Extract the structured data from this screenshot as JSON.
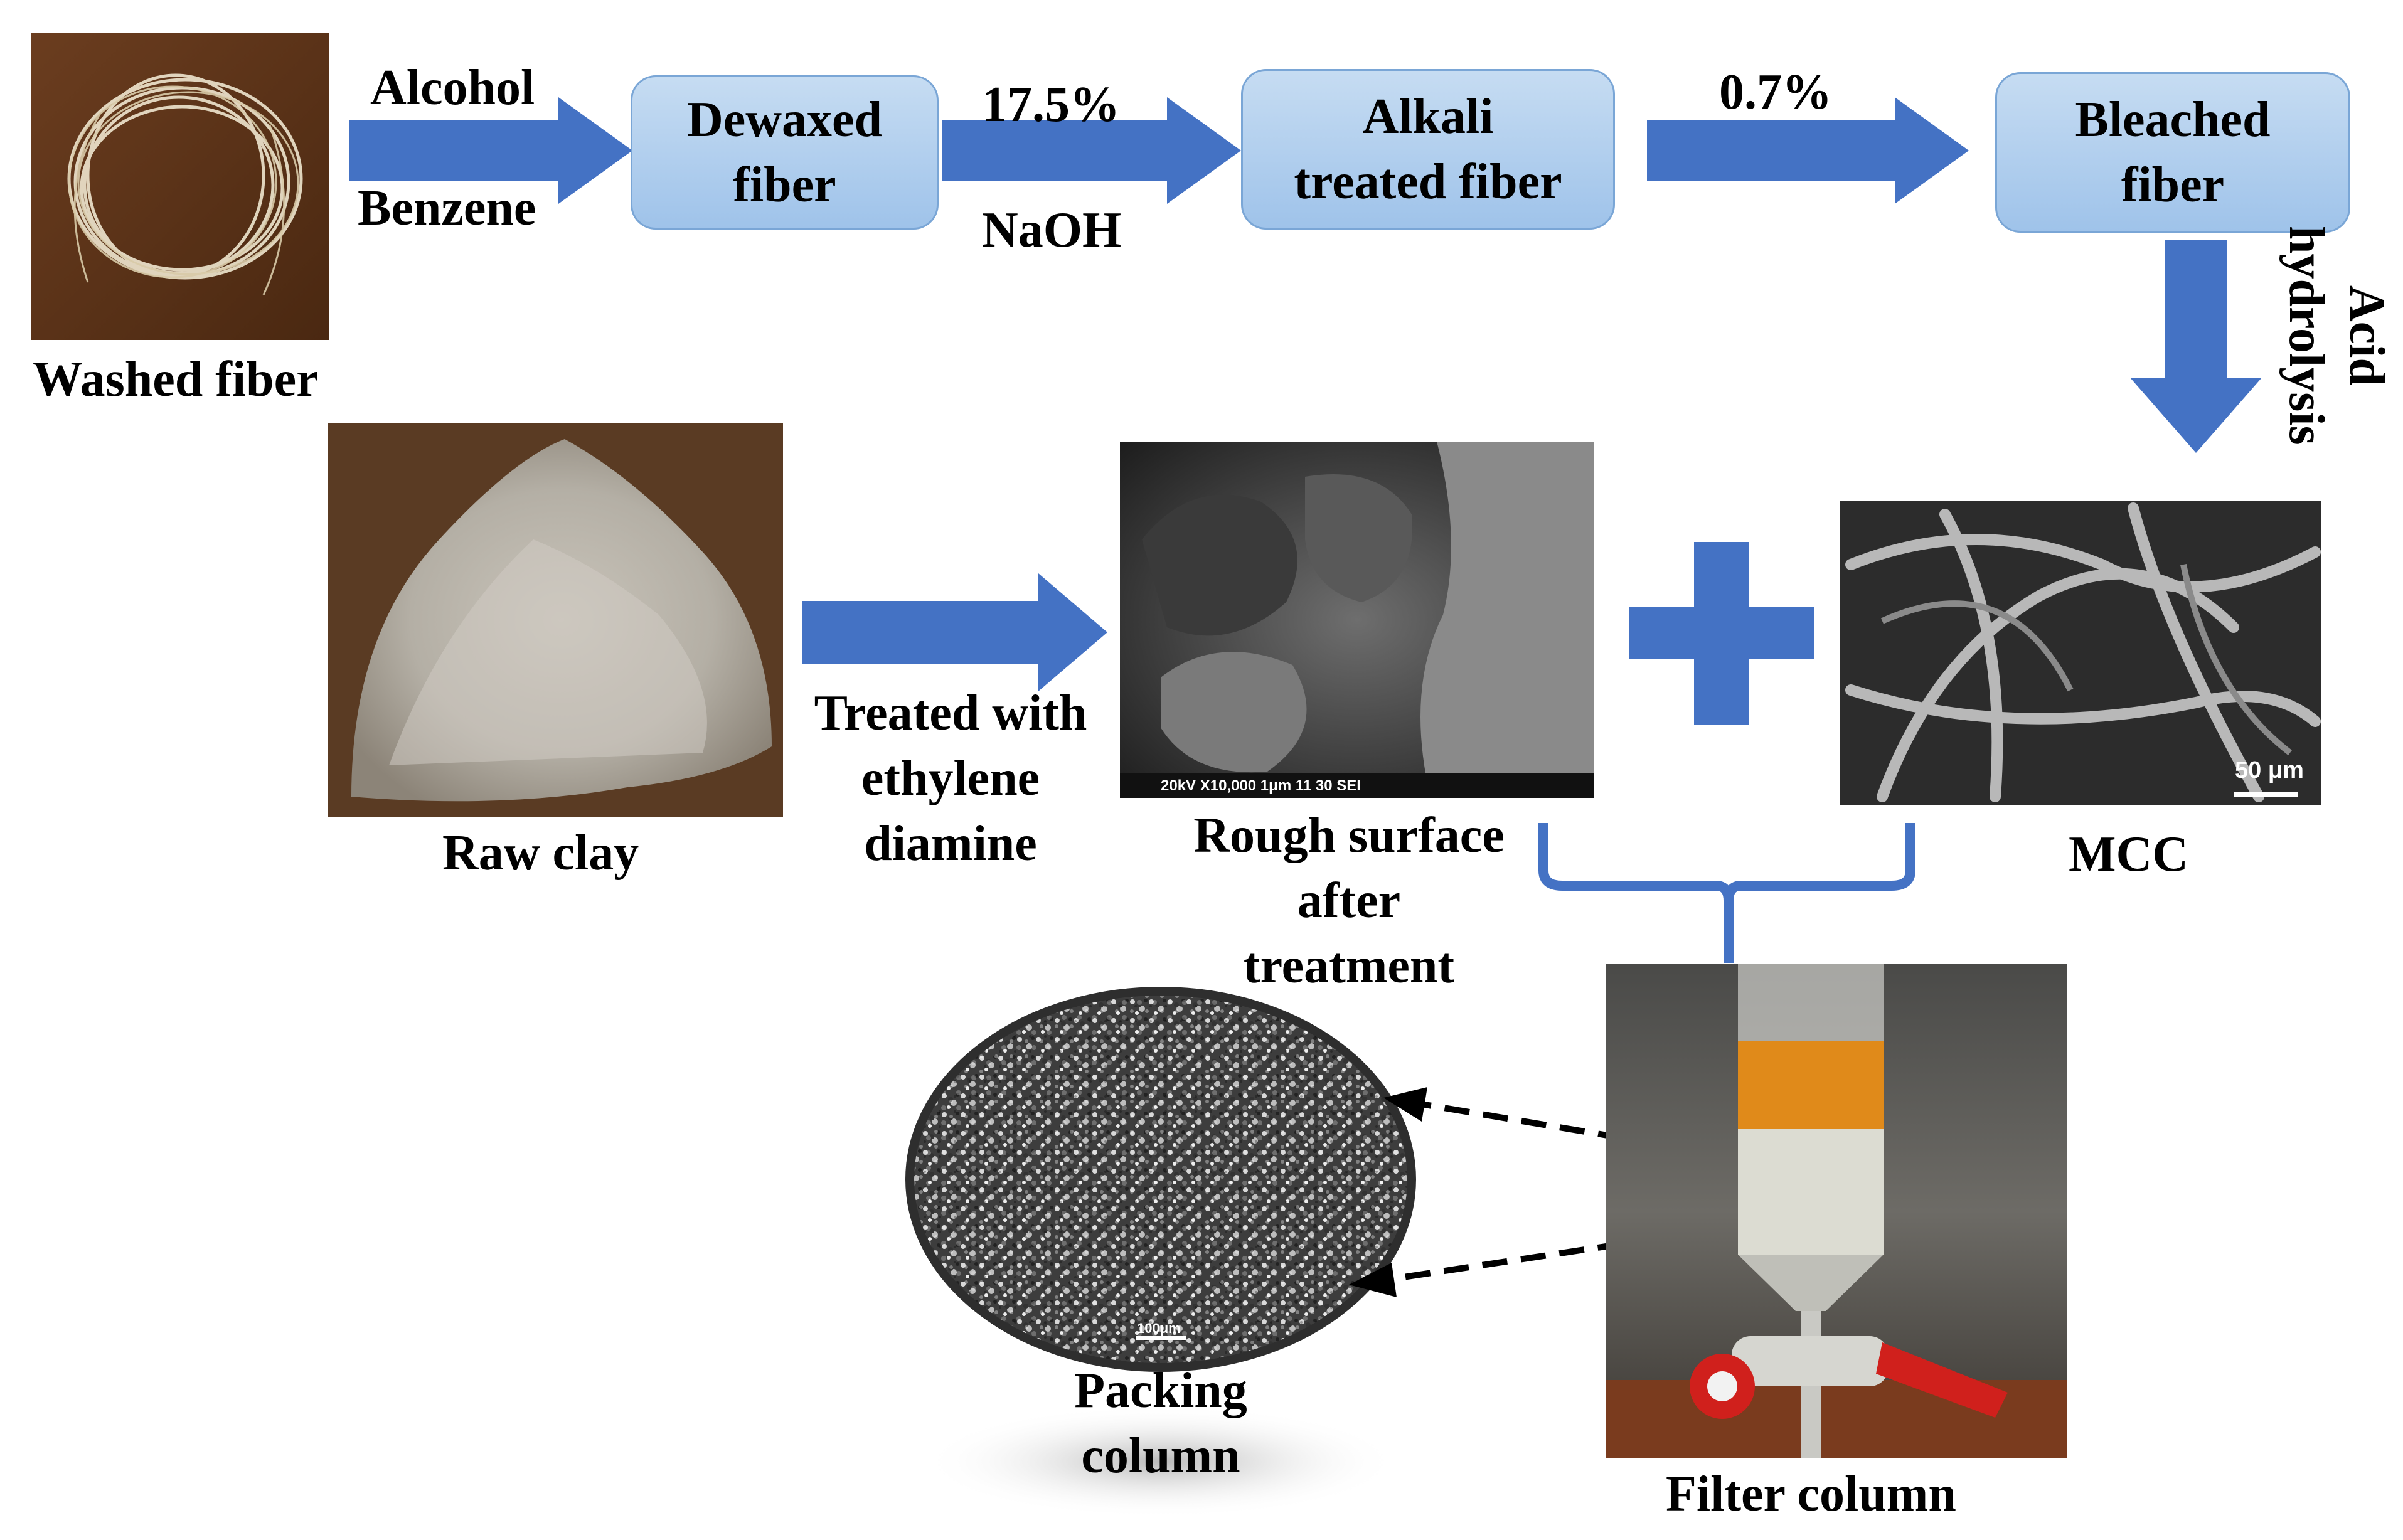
{
  "flow": {
    "washed_fiber": "Washed fiber",
    "alcohol": "Alcohol",
    "benzene": "Benzene",
    "dewaxed_fiber_1": "Dewaxed",
    "dewaxed_fiber_2": "fiber",
    "naoh_pct": "17.5%",
    "naoh": "NaOH",
    "alkali_1": "Alkali",
    "alkali_2": "treated fiber",
    "bleach_pct": "0.7%",
    "bleached_1": "Bleached",
    "bleached_2": "fiber",
    "acid_hydrolysis_1": "Acid",
    "acid_hydrolysis_2": "hydrolysis"
  },
  "middle": {
    "raw_clay": "Raw clay",
    "treated_1": "Treated with",
    "treated_2": "ethylene",
    "treated_3": "diamine",
    "rough_1": "Rough surface",
    "rough_2": "after",
    "rough_3": "treatment",
    "mcc": "MCC",
    "sem_bar": "20kV   X10,000   1μm          11 30 SEI",
    "mcc_scale": "50 μm"
  },
  "bottom": {
    "packing_1": "Packing",
    "packing_2": "column",
    "filter_column": "Filter column",
    "packing_scale": "100μm"
  },
  "colors": {
    "arrow": "#4472c4",
    "box_fill": "#b4d0ee",
    "box_border": "#7aa6d6"
  }
}
